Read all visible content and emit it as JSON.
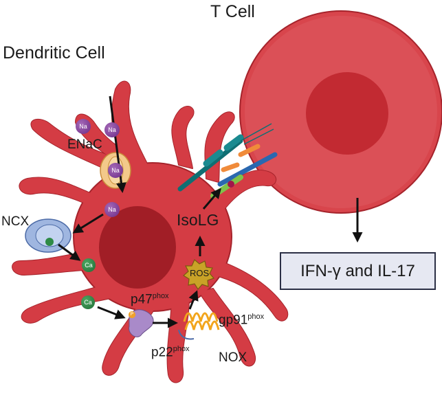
{
  "labels": {
    "t_cell": "T Cell",
    "dendritic_cell": "Dendritic Cell",
    "enac": "ENaC",
    "ncx": "NCX",
    "isolg": "IsoLG",
    "ros": "ROS",
    "p47": "p47",
    "p47_sup": "phox",
    "gp91": "gp91",
    "gp91_sup": "phox",
    "p22": "p22",
    "p22_sup": "phox",
    "nox": "NOX",
    "cytokines": "IFN-γ and IL-17"
  },
  "ions": {
    "na": "Na",
    "ca": "Ca",
    "p": "P"
  },
  "colors": {
    "dendritic_cell": "#d43c44",
    "dendritic_nucleus": "#a11e26",
    "t_cell": "#d8454c",
    "t_cell_nucleus": "#c22a32",
    "sodium": "#7a3592",
    "calcium": "#2e8a46",
    "ros": "#c9a227",
    "box_fill": "#e6e8f2",
    "box_border": "#2b2f45"
  }
}
